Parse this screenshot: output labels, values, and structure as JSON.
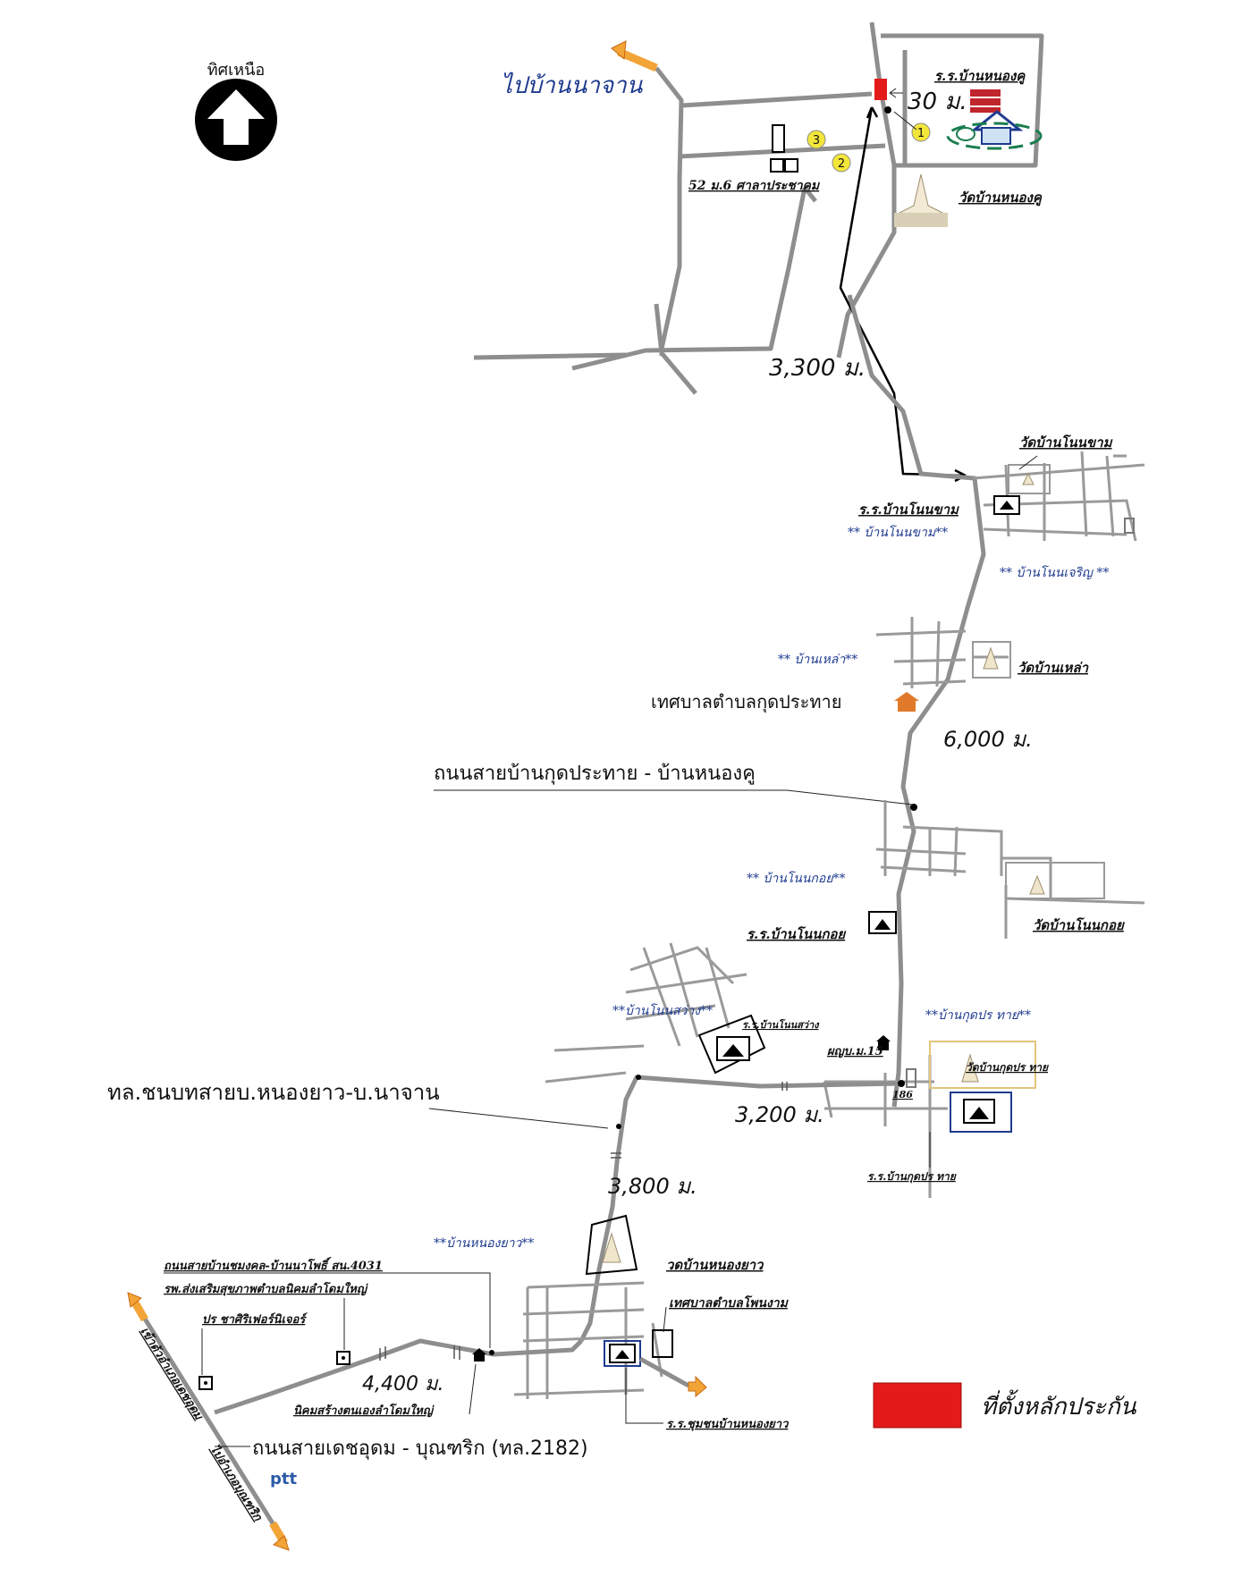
{
  "north": {
    "label": "ทิศเหนือ",
    "icon": "north-arrow-icon"
  },
  "labels": {
    "to_ban_na_chan": "ไปบ้านนาจาน",
    "school_nong_khu": "ร.ร.บ้านหนองคู",
    "temple_nong_khu": "วัดบ้านหนองคู",
    "sala": "52 ม.6 ศาลาประชาคม",
    "dist_30": "30 ม.",
    "dist_3300": "3,300 ม.",
    "temple_non_kham": "วัดบ้านโนนขาม",
    "school_non_kham": "ร.ร.บ้านโนนขาม",
    "village_non_kham": "** บ้านโนนขาม**",
    "village_non_charoen": "** บ้านโนนเจริญ **",
    "village_lao": "** บ้านเหล่า**",
    "temple_lao": "วัดบ้านเหล่า",
    "municipality_kut": "เทศบาลตำบลกุดประทาย",
    "dist_6000": "6,000 ม.",
    "road_kut_nongkhu": "ถนนสายบ้านกุดประทาย - บ้านหนองคู",
    "village_non_koi": "** บ้านโนนกอย**",
    "school_non_koi": "ร.ร.บ้านโนนกอย",
    "temple_non_koi": "วัดบ้านโนนกอย",
    "village_non_sawang": "**บ้านโนนสว่าง**",
    "school_non_sawang": "ร.ร.บ้านโนนสว่าง",
    "village_kut": "**บ้านกุดปร ทาย**",
    "post_office": "ผญบ.ม.15",
    "temple_kut": "วัดบ้านกุดปร ทาย",
    "road_num": "186",
    "school_kut": "ร.ร.บ้านกุดปร ทาย",
    "dist_3200": "3,200 ม.",
    "road_rural": "ทล.ชนบทสายบ.หนองยาว-บ.นาจาน",
    "dist_3800": "3,800 ม.",
    "village_nong_yao": "**บ้านหนองยาว**",
    "temple_nong_yao": "วดบ้านหนองยาว",
    "road_mongkhon": "ถนนสายบ้านชมงคล-บ้านนาโพธิ์ สน.4031",
    "hospital": "รพ.ส่งเสริมสุขภาพตำบลนิคมลำโดมใหญ่",
    "gas_station": "ปร ชาศิริเฟอร์นิเจอร์",
    "municipality_phon": "เทศบาลตำบลโพนงาม",
    "dist_4400": "4,400 ม.",
    "nikhom": "นิคมสร้างตนเองลำโดมใหญ่",
    "school_chumchon": "ร.ร.ชุมชนบ้านหนองยาว",
    "to_det_udom": "เข้าตัวอำเภอเดชอุดม",
    "to_buntharik": "ไปอำเภอบุณฑริก",
    "main_road": "ถนนสายเดชอุดม - บุณฑริก (ทล.2182)",
    "ptt": "ptt",
    "legend_text": "ที่ตั้งหลักประกัน"
  },
  "markers": [
    "1",
    "2",
    "3"
  ],
  "colors": {
    "road": "#8e8e8e",
    "legend_red": "#e41a1a",
    "arrow_orange": "#f3a437",
    "label_blue": "#1f3b8f",
    "marker_yellow": "#f3e63a"
  }
}
